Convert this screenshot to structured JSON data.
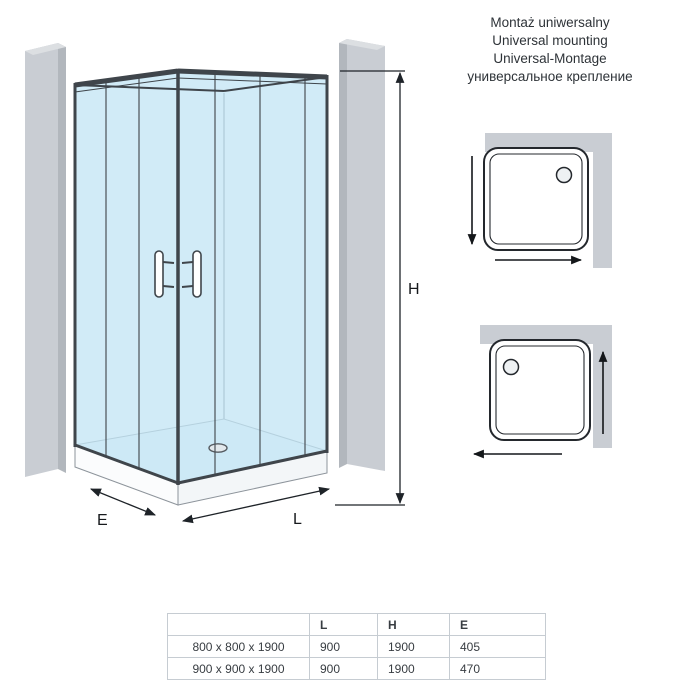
{
  "title_block": {
    "line_pl": "Montaż uniwersalny",
    "line_en": "Universal mounting",
    "line_de": "Universal-Montage",
    "line_ru": "универсальное крепление"
  },
  "diagram": {
    "label_h": "H",
    "label_l": "L",
    "label_e": "E"
  },
  "colors": {
    "glass": "#bfe3f4",
    "wall": "#c9cdd3",
    "line": "#3f454b"
  },
  "table": {
    "headers": {
      "size": "",
      "l": "L",
      "h": "H",
      "e": "E"
    },
    "rows": [
      {
        "size": "800 x 800 x 1900",
        "l": "900",
        "h": "1900",
        "e": "405"
      },
      {
        "size": "900 x 900 x 1900",
        "l": "900",
        "h": "1900",
        "e": "470"
      }
    ]
  }
}
